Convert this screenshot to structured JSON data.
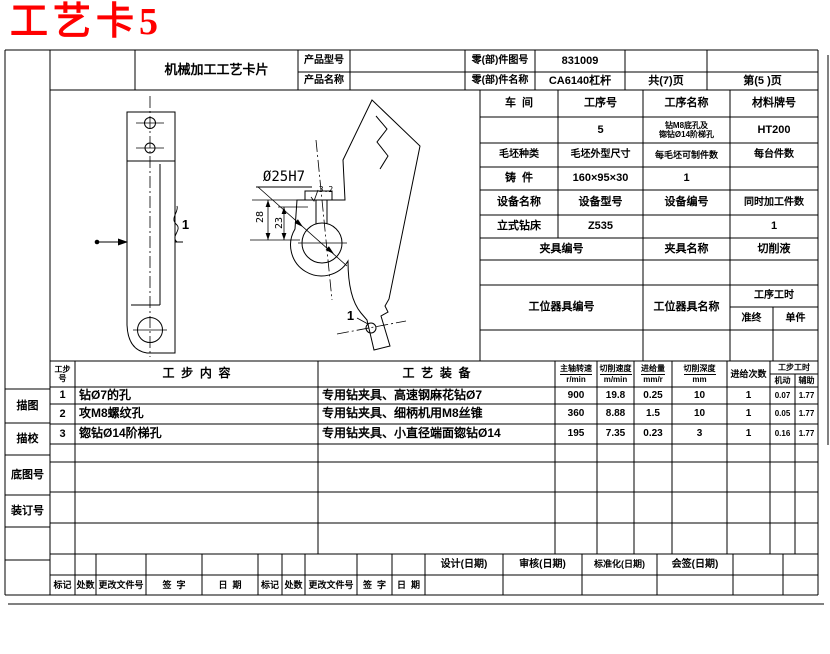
{
  "title": "工艺卡5",
  "header": {
    "card_title": "机械加工工艺卡片",
    "product_model_label": "产品型号",
    "product_name_label": "产品名称",
    "part_drawing_no_label": "零(部)件图号",
    "part_drawing_no": "831009",
    "part_name_label": "零(部)件名称",
    "part_name": "CA6140杠杆",
    "total_pages": "共(7)页",
    "page_number": "第(5 )页"
  },
  "process_info": {
    "workshop_label": "车  间",
    "operation_no_label": "工序号",
    "operation_no": "5",
    "operation_name_label": "工序名称",
    "operation_name_line1": "钻M8底孔及",
    "operation_name_line2": "锪钻Ø14阶梯孔",
    "material_label": "材料牌号",
    "material": "HT200",
    "blank_type_label": "毛坯种类",
    "blank_type": "铸  件",
    "blank_size_label": "毛坯外型尺寸",
    "blank_size": "160×95×30",
    "parts_per_blank_label": "每毛坯可制件数",
    "parts_per_blank": "1",
    "parts_per_unit_label": "每台件数",
    "equipment_name_label": "设备名称",
    "equipment_name": "立式钻床",
    "equipment_model_label": "设备型号",
    "equipment_model": "Z535",
    "equipment_no_label": "设备编号",
    "simultaneous_parts_label": "同时加工件数",
    "simultaneous_parts": "1",
    "fixture_no_label": "夹具编号",
    "fixture_name_label": "夹具名称",
    "coolant_label": "切削液",
    "tooling_no_label": "工位器具编号",
    "tooling_name_label": "工位器具名称",
    "op_time_label": "工序工时",
    "prep_time_label": "准终",
    "unit_time_label": "单件"
  },
  "steps_table": {
    "col_step_no": "工步号",
    "col_content": "工  步  内  容",
    "col_equipment": "工  艺  装  备",
    "col_spindle_speed": "主轴转速",
    "col_spindle_speed_unit": "r/min",
    "col_cutting_speed": "切削速度",
    "col_cutting_speed_unit": "m/min",
    "col_feed": "进给量",
    "col_feed_unit": "mm/r",
    "col_depth": "切削深度",
    "col_depth_unit": "mm",
    "col_passes": "进给次数",
    "col_step_time": "工步工时",
    "col_machine_time": "机动",
    "col_aux_time": "辅助",
    "rows": [
      {
        "no": "1",
        "content": "钻Ø7的孔",
        "equipment": "专用钻夹具、高速钢麻花钻Ø7",
        "spindle_speed": "900",
        "cutting_speed": "19.8",
        "feed": "0.25",
        "depth": "10",
        "passes": "1",
        "machine_time": "0.07",
        "aux_time": "1.77"
      },
      {
        "no": "2",
        "content": "攻M8螺纹孔",
        "equipment": "专用钻夹具、细柄机用M8丝锥",
        "spindle_speed": "360",
        "cutting_speed": "8.88",
        "feed": "1.5",
        "depth": "10",
        "passes": "1",
        "machine_time": "0.05",
        "aux_time": "1.77"
      },
      {
        "no": "3",
        "content": "锪钻Ø14阶梯孔",
        "equipment": "专用钻夹具、小直径端面锪钻Ø14",
        "spindle_speed": "195",
        "cutting_speed": "7.35",
        "feed": "0.23",
        "depth": "3",
        "passes": "1",
        "machine_time": "0.16",
        "aux_time": "1.77"
      }
    ]
  },
  "margin_labels": {
    "tracing": "描图",
    "tracing_check": "描校",
    "base_drawing_no": "底图号",
    "binding_no": "装订号"
  },
  "approval": {
    "design": "设计(日期)",
    "review": "审核(日期)",
    "standardization": "标准化(日期)",
    "countersign": "会签(日期)"
  },
  "revision_strip": {
    "mark": "标记",
    "count": "处数",
    "change_doc_no": "更改文件号",
    "signature": "签  字",
    "date": "日  期"
  },
  "drawing": {
    "dim_diameter": "Ø25H7",
    "dim_28": "28",
    "dim_23": "23",
    "roughness": "3.2",
    "datum_label": "1"
  },
  "colors": {
    "title_red": "#ff0000",
    "line_black": "#000000"
  }
}
